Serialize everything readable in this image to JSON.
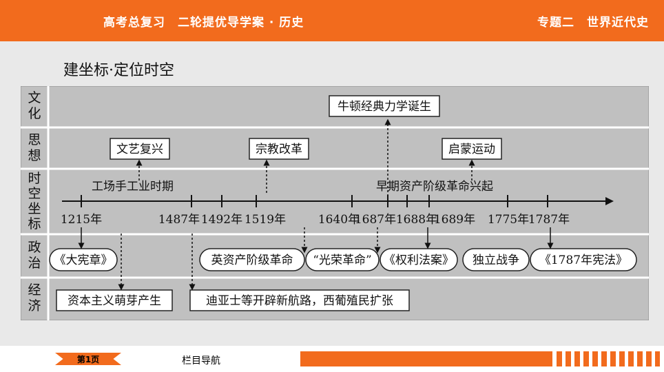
{
  "header": {
    "left_title": "高考总复习　二轮提优导学案 · 历史",
    "right_title": "专题二　世界近代史"
  },
  "heading": "建坐标·定位时空",
  "rows": [
    "文\n化",
    "思\n想",
    "时\n空\n坐\n标",
    "政\n治",
    "经\n济"
  ],
  "culture": {
    "event": "牛顿经典力学诞生"
  },
  "thought": {
    "events": [
      "文艺复兴",
      "宗教改革",
      "启蒙运动"
    ]
  },
  "timeline": {
    "periods": [
      "工场手工业时期",
      "早期资产阶级革命兴起"
    ],
    "years": [
      "1215年",
      "1487年",
      "1492年",
      "1519年",
      "1640年",
      "1687年",
      "1688年",
      "1689年",
      "1775年",
      "1787年"
    ]
  },
  "politics": {
    "events": [
      "《大宪章》",
      "英资产阶级革命",
      "“光荣革命”",
      "《权利法案》",
      "独立战争",
      "《1787年宪法》"
    ]
  },
  "economy": {
    "events": [
      "资本主义萌芽产生",
      "迪亚士等开辟新航路，西葡殖民扩张"
    ]
  },
  "footer": {
    "page_tag": "第1页",
    "nav_label": "栏目导航"
  },
  "colors": {
    "accent": "#f26b1d",
    "panel": "#c0c0c0"
  }
}
